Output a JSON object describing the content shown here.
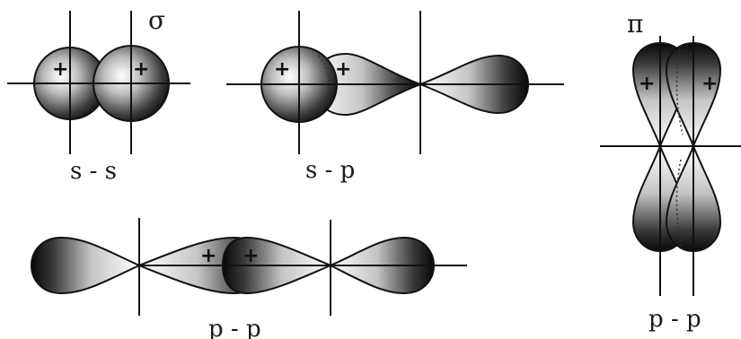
{
  "panels": {
    "ss": {
      "symbol": "σ",
      "caption": "s - s",
      "signs": [
        "+",
        "+"
      ]
    },
    "sp": {
      "caption": "s - p",
      "signs": [
        "+",
        "+"
      ]
    },
    "pp_sigma": {
      "caption": "p - p",
      "signs": [
        "+",
        "+"
      ]
    },
    "pp_pi": {
      "symbol": "π",
      "caption": "p - p",
      "signs": [
        "+",
        "+"
      ]
    }
  }
}
